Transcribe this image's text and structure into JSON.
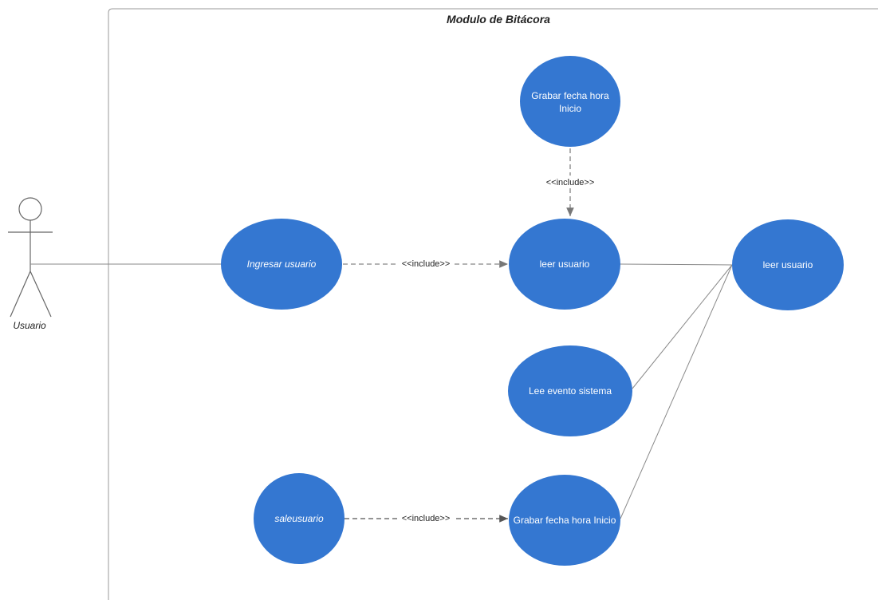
{
  "diagram": {
    "system_title": "Modulo de Bitácora",
    "actor": {
      "label": "Usuario"
    },
    "colors": {
      "usecase_fill": "#3477d1",
      "usecase_text": "#ffffff",
      "line": "#8a8a8a",
      "dashed_line": "#555555",
      "boundary": "#9a9a9a"
    },
    "usecases": {
      "grabar_top": {
        "line1": "Grabar fecha hora",
        "line2": "Inicio"
      },
      "ingresar": {
        "label": "Ingresar usuario"
      },
      "leer_center": {
        "label": "leer usuario"
      },
      "leer_right": {
        "label": "leer usuario"
      },
      "lee_evento": {
        "label": "Lee evento sistema"
      },
      "sale": {
        "label": "saleusuario"
      },
      "grabar_bottom": {
        "label": "Grabar fecha hora Inicio"
      }
    },
    "relations": {
      "include_top": "<<include>>",
      "include_middle": "<<include>>",
      "include_bottom": "<<include>>"
    }
  }
}
